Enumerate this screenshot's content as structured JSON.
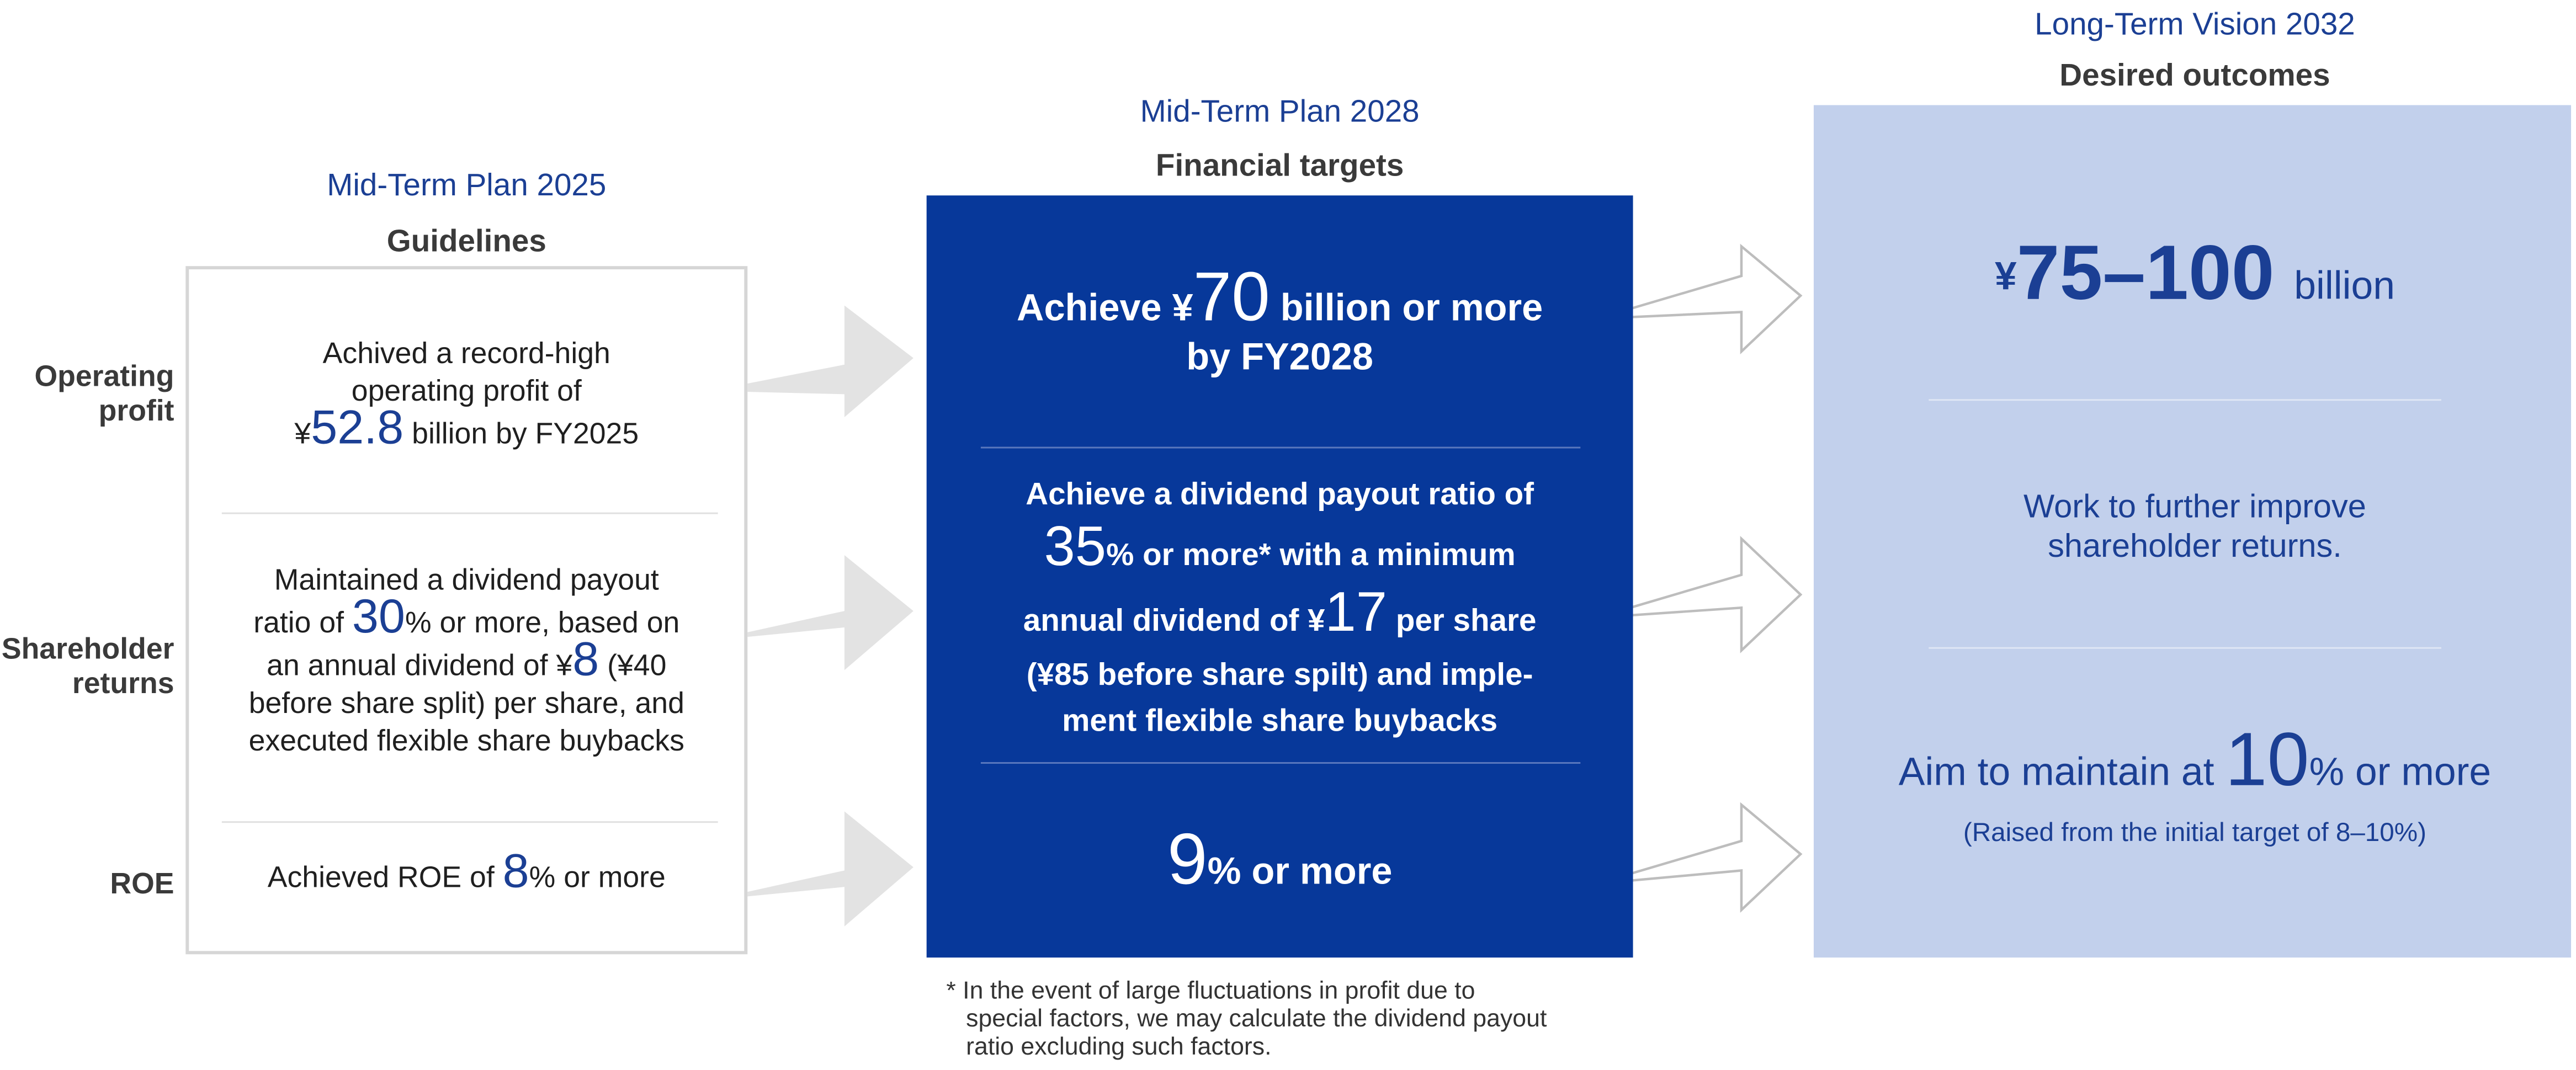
{
  "col1": {
    "title": "Mid-Term Plan 2025",
    "subtitle": "Guidelines",
    "row_labels": {
      "operating_1": "Operating",
      "operating_2": "profit",
      "shareholder_1": "Shareholder",
      "shareholder_2": "returns",
      "roe": "ROE"
    },
    "op": {
      "line1": "Achived a record-high",
      "line2": "operating profit of",
      "yen": "¥",
      "value": "52.8",
      "suffix": " billion by FY2025"
    },
    "sh": {
      "line1": "Maintained a dividend payout",
      "l2_pre": "ratio of ",
      "l2_num": "30",
      "l2_post": "% or more, based on",
      "l3_pre": "an annual dividend of ¥",
      "l3_num": "8",
      "l3_post": " (¥40",
      "line4": "before share split) per share, and",
      "line5": "executed flexible share buybacks"
    },
    "roe": {
      "pre": "Achieved ROE of ",
      "num": "8",
      "post": "% or more"
    }
  },
  "col2": {
    "title": "Mid-Term Plan 2028",
    "subtitle": "Financial targets",
    "op": {
      "pre": "Achieve ¥",
      "num": "70",
      "post": " billion or more",
      "line2": "by FY2028"
    },
    "sh": {
      "line1": "Achieve a dividend payout ratio of",
      "l2_num": "35",
      "l2_post": "% or more* with a minimum",
      "l3_pre": "annual dividend of ¥",
      "l3_num": "17",
      "l3_post": " per share",
      "line4": "(¥85 before share spilt) and imple-",
      "line5": "ment flexible share buybacks"
    },
    "roe": {
      "num": "9",
      "post": "% or more"
    },
    "footnote": {
      "line1": "* In the event of large fluctuations in profit due to",
      "line2": "special factors, we may calculate the dividend payout",
      "line3": "ratio excluding such factors."
    }
  },
  "col3": {
    "title": "Long-Term Vision 2032",
    "subtitle": "Desired outcomes",
    "op": {
      "yen": "¥",
      "num": "75–100",
      "post": "billion"
    },
    "sh": {
      "line1": "Work to further improve",
      "line2": "shareholder returns."
    },
    "roe": {
      "pre": "Aim to maintain at ",
      "num": "10",
      "post": "% or more",
      "note": "(Raised from the initial target of 8–10%)"
    }
  },
  "colors": {
    "primary_blue": "#07389a",
    "text_blue": "#1b3f94",
    "light_blue_panel": "#c2d0ec",
    "gray_arrow": "#e3e3e3",
    "box_border": "#d6d6d6"
  }
}
